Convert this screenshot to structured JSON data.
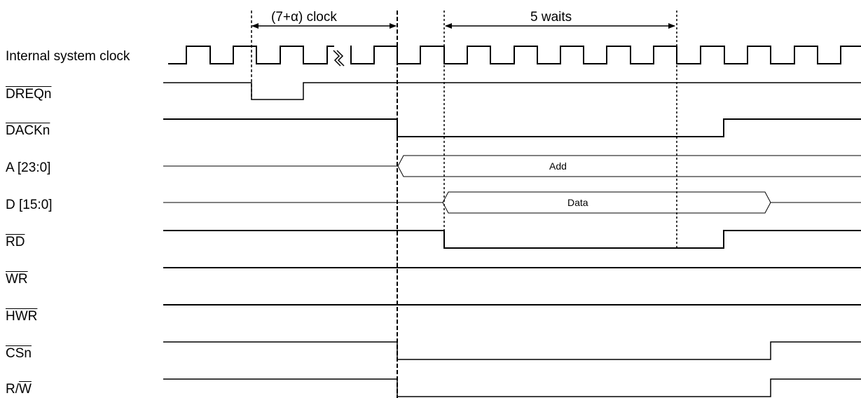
{
  "diagram": {
    "annotations": {
      "clock_span": "(7+α) clock",
      "wait_span": "5 waits"
    },
    "signals": [
      {
        "id": "clk",
        "label": "Internal system clock",
        "overline": ""
      },
      {
        "id": "dreq",
        "label": "",
        "overline": "DREQn"
      },
      {
        "id": "dack",
        "label": "",
        "overline": "DACKn"
      },
      {
        "id": "addr",
        "label": "A [23:0]",
        "overline": ""
      },
      {
        "id": "data",
        "label": "D [15:0]",
        "overline": ""
      },
      {
        "id": "rd",
        "label": "",
        "overline": "RD"
      },
      {
        "id": "wr",
        "label": "",
        "overline": "WR"
      },
      {
        "id": "hwr",
        "label": "",
        "overline": "HWR"
      },
      {
        "id": "cs",
        "label": "",
        "overline": "CSn"
      },
      {
        "id": "rw",
        "label": "R/",
        "overline": "W"
      }
    ],
    "bus_labels": {
      "address": "Add",
      "data": "Data"
    }
  }
}
